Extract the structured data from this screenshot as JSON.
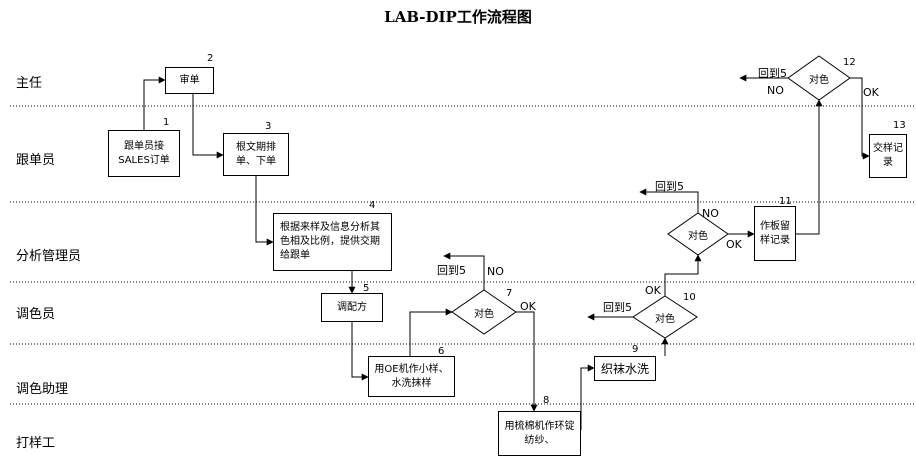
{
  "title": "LAB-DIP工作流程图",
  "lanes": [
    "主任",
    "跟单员",
    "分析管理员",
    "调色员",
    "调色助理",
    "打样工"
  ],
  "steps": {
    "s1": {
      "num": "1",
      "text": "跟单员接SALES订单"
    },
    "s2": {
      "num": "2",
      "text": "审单"
    },
    "s3": {
      "num": "3",
      "text": "根文期排单、下单"
    },
    "s4": {
      "num": "4",
      "text": "根据来样及信息分析其色相及比例，提供交期给跟单"
    },
    "s5": {
      "num": "5",
      "text": "调配方"
    },
    "s6": {
      "num": "6",
      "text": "用OE机作小样、水洗抹样"
    },
    "s8": {
      "num": "8",
      "text": "用梳棉机作环锭纺纱、"
    },
    "s9": {
      "num": "9",
      "text": "织袜水洗"
    },
    "s11": {
      "num": "11",
      "text": "作板留样记录"
    },
    "s13": {
      "num": "13",
      "text": "交样记录"
    }
  },
  "decisions": {
    "d7": {
      "num": "7",
      "text": "对色"
    },
    "d10": {
      "num": "10",
      "text": "对色"
    },
    "dMid": {
      "text": "对色"
    },
    "d12": {
      "num": "12",
      "text": "对色"
    }
  },
  "labels": {
    "back5": "回到5",
    "no": "NO",
    "ok": "OK"
  }
}
